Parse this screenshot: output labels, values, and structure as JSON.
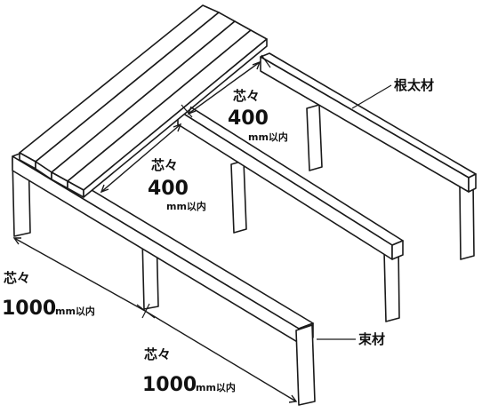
{
  "labels": {
    "joist": "根太材",
    "post": "束材"
  },
  "dimensions": [
    {
      "prefix": "芯々",
      "value": "400",
      "unit": "mm以内"
    },
    {
      "prefix": "芯々",
      "value": "400",
      "unit": "mm以内"
    },
    {
      "prefix": "芯々",
      "value": "1000",
      "unit": "mm以内"
    },
    {
      "prefix": "芯々",
      "value": "1000",
      "unit": "mm以内"
    }
  ]
}
